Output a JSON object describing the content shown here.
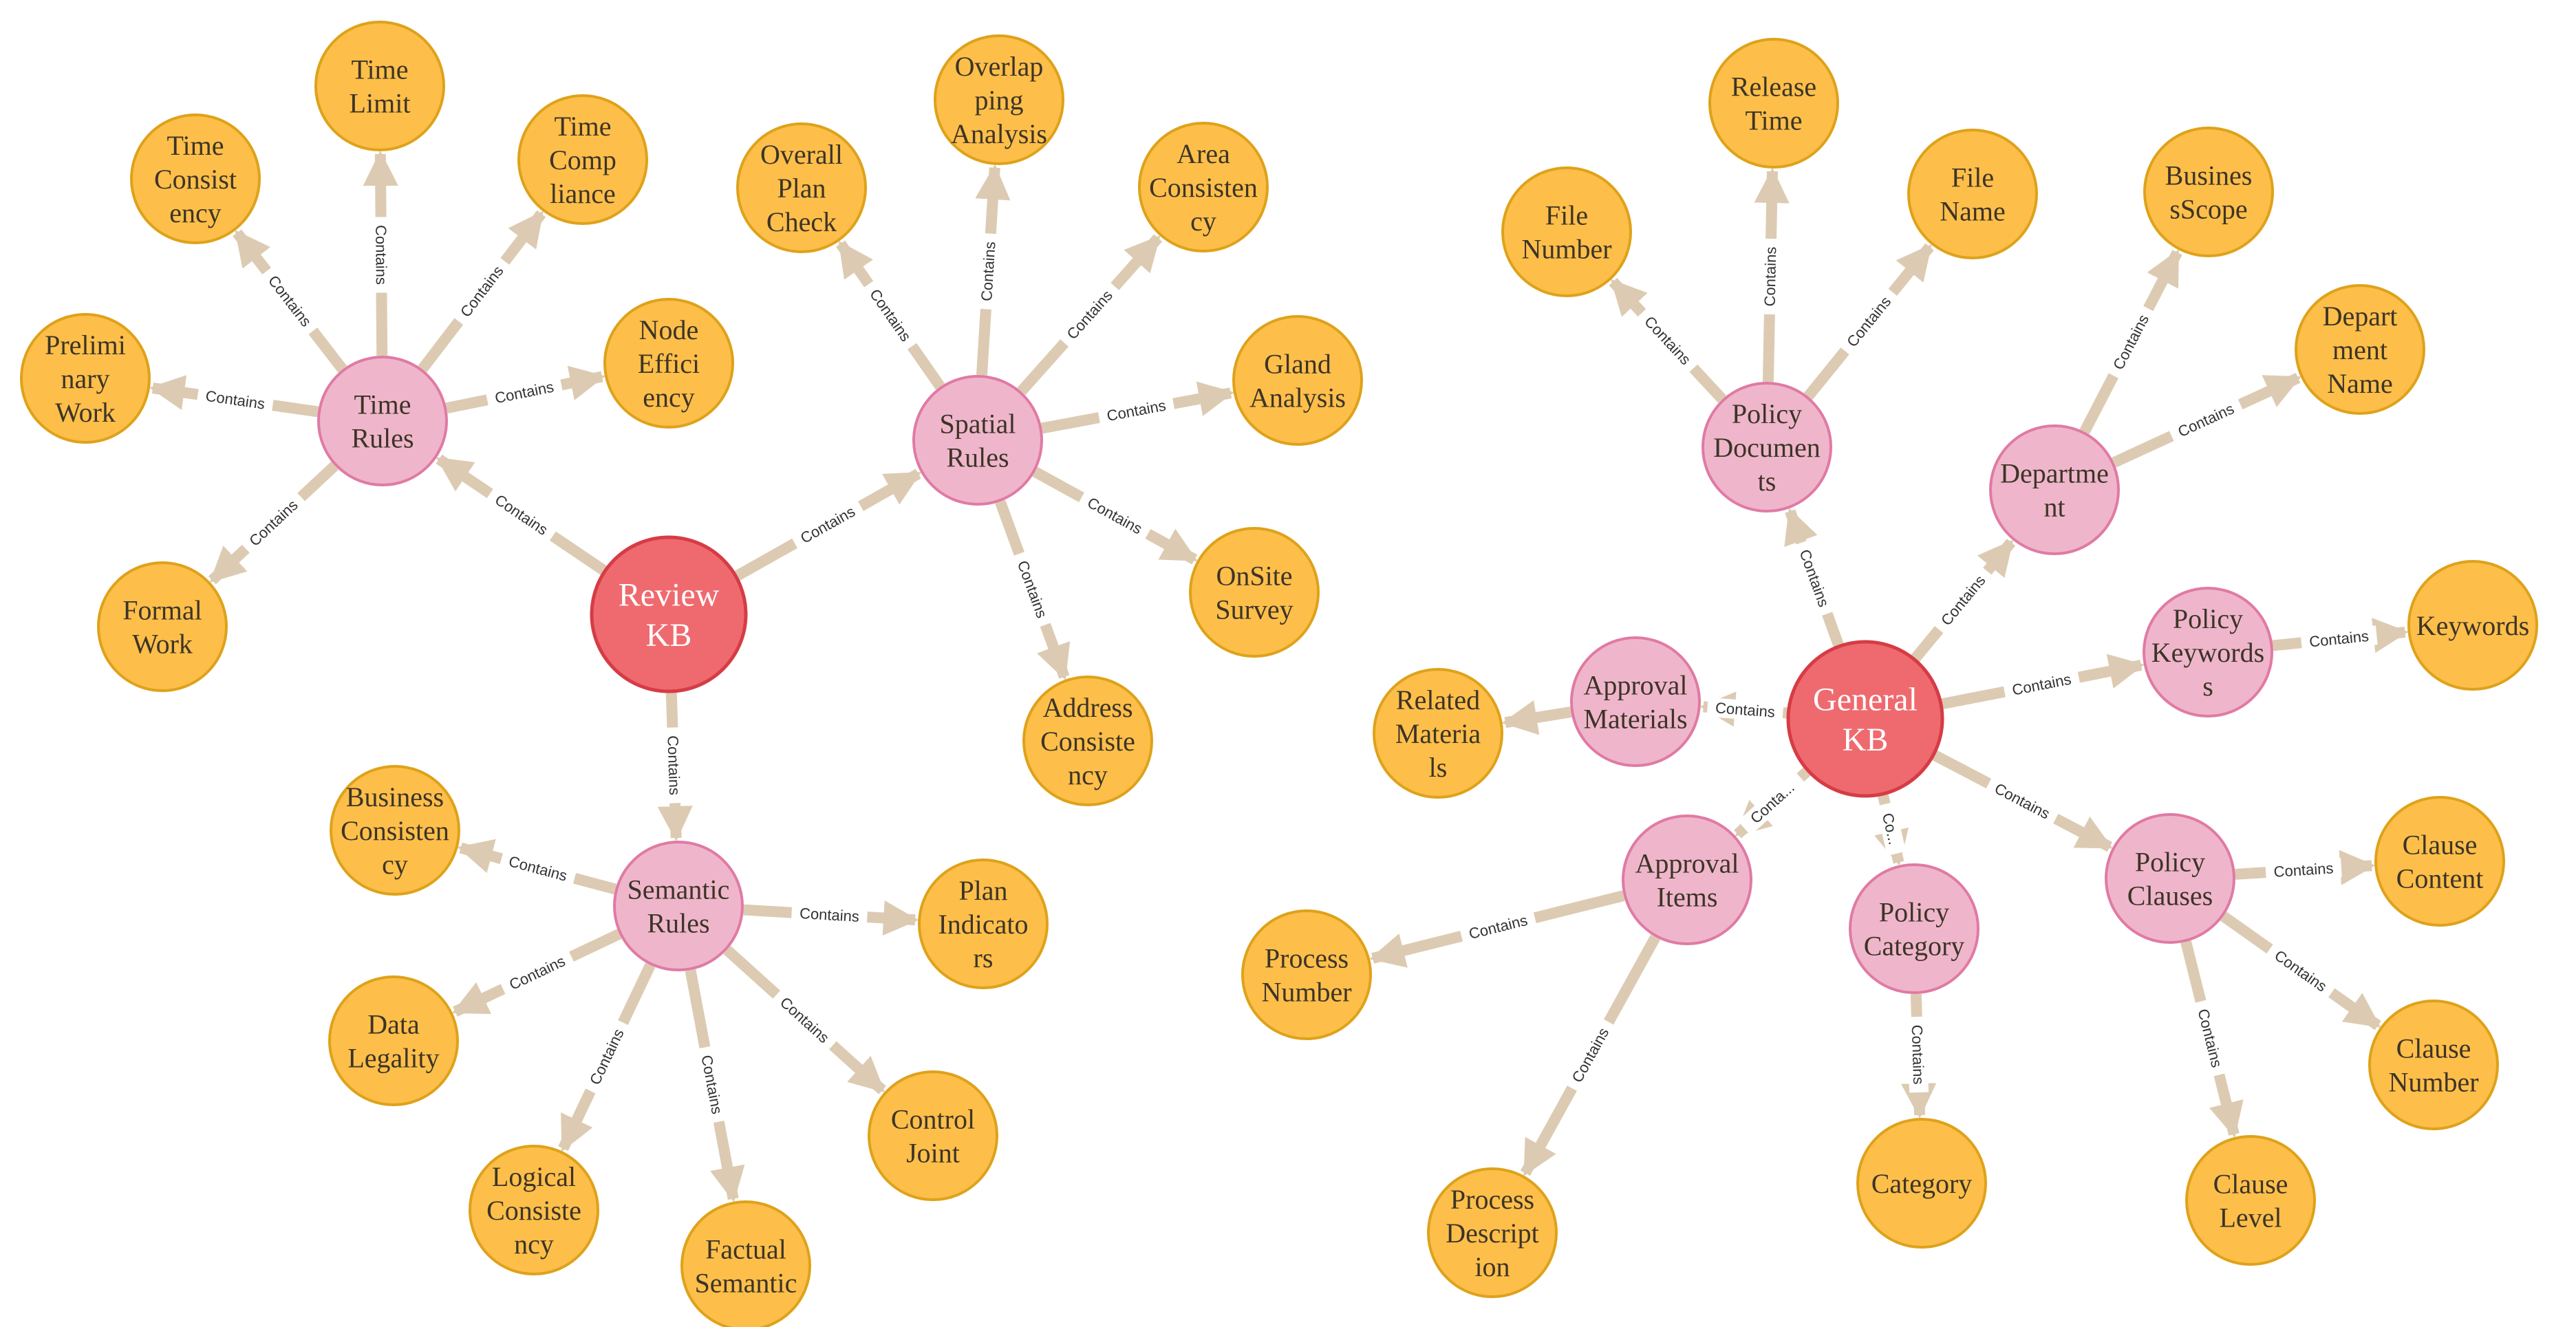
{
  "colors": {
    "hub_fill": "#ef6a6f",
    "hub_stroke": "#d63c45",
    "category_fill": "#efb6cb",
    "category_stroke": "#e07aa4",
    "leaf_fill": "#fdbf4a",
    "leaf_stroke": "#deA21a",
    "edge": "#dccbb2",
    "edge_label_bg": "#ffffff"
  },
  "nodes": [
    {
      "id": "review-kb",
      "type": "hub",
      "label": [
        "Review",
        "KB"
      ]
    },
    {
      "id": "time-rules",
      "type": "category",
      "label": [
        "Time",
        "Rules"
      ]
    },
    {
      "id": "spatial-rules",
      "type": "category",
      "label": [
        "Spatial",
        "Rules"
      ]
    },
    {
      "id": "semantic-rules",
      "type": "category",
      "label": [
        "Semantic",
        "Rules"
      ]
    },
    {
      "id": "time-limit",
      "type": "leaf",
      "label": [
        "Time",
        "Limit"
      ]
    },
    {
      "id": "time-consistency",
      "type": "leaf",
      "label": [
        "Time",
        "Consist",
        "ency"
      ]
    },
    {
      "id": "time-compliance",
      "type": "leaf",
      "label": [
        "Time",
        "Comp",
        "liance"
      ]
    },
    {
      "id": "preliminary-work",
      "type": "leaf",
      "label": [
        "Prelimi",
        "nary",
        "Work"
      ]
    },
    {
      "id": "node-efficiency",
      "type": "leaf",
      "label": [
        "Node",
        "Effici",
        "ency"
      ]
    },
    {
      "id": "formal-work",
      "type": "leaf",
      "label": [
        "Formal",
        "Work"
      ]
    },
    {
      "id": "overall-plan-check",
      "type": "leaf",
      "label": [
        "Overall",
        "Plan",
        "Check"
      ]
    },
    {
      "id": "overlapping-analysis",
      "type": "leaf",
      "label": [
        "Overlap",
        "ping",
        "Analysis"
      ]
    },
    {
      "id": "area-consistency",
      "type": "leaf",
      "label": [
        "Area",
        "Consisten",
        "cy"
      ]
    },
    {
      "id": "gland-analysis",
      "type": "leaf",
      "label": [
        "Gland",
        "Analysis"
      ]
    },
    {
      "id": "onsite-survey",
      "type": "leaf",
      "label": [
        "OnSite",
        "Survey"
      ]
    },
    {
      "id": "address-consistency",
      "type": "leaf",
      "label": [
        "Address",
        "Consiste",
        "ncy"
      ]
    },
    {
      "id": "business-consistency",
      "type": "leaf",
      "label": [
        "Business",
        "Consisten",
        "cy"
      ]
    },
    {
      "id": "plan-indicators",
      "type": "leaf",
      "label": [
        "Plan",
        "Indicato",
        "rs"
      ]
    },
    {
      "id": "data-legality",
      "type": "leaf",
      "label": [
        "Data",
        "Legality"
      ]
    },
    {
      "id": "logical-consistency",
      "type": "leaf",
      "label": [
        "Logical",
        "Consiste",
        "ncy"
      ]
    },
    {
      "id": "factual-semantic",
      "type": "leaf",
      "label": [
        "Factual",
        "Semantic"
      ]
    },
    {
      "id": "control-joint",
      "type": "leaf",
      "label": [
        "Control",
        "Joint"
      ]
    },
    {
      "id": "general-kb",
      "type": "hub",
      "label": [
        "General",
        "KB"
      ]
    },
    {
      "id": "policy-documents",
      "type": "category",
      "label": [
        "Policy",
        "Documen",
        "ts"
      ]
    },
    {
      "id": "department",
      "type": "category",
      "label": [
        "Departme",
        "nt"
      ]
    },
    {
      "id": "policy-keywords",
      "type": "category",
      "label": [
        "Policy",
        "Keywords",
        "s"
      ]
    },
    {
      "id": "approval-materials",
      "type": "category",
      "label": [
        "Approval",
        "Materials"
      ]
    },
    {
      "id": "approval-items",
      "type": "category",
      "label": [
        "Approval",
        "Items"
      ]
    },
    {
      "id": "policy-category",
      "type": "category",
      "label": [
        "Policy",
        "Category"
      ]
    },
    {
      "id": "policy-clauses",
      "type": "category",
      "label": [
        "Policy",
        "Clauses"
      ]
    },
    {
      "id": "release-time",
      "type": "leaf",
      "label": [
        "Release",
        "Time"
      ]
    },
    {
      "id": "file-number",
      "type": "leaf",
      "label": [
        "File",
        "Number"
      ]
    },
    {
      "id": "file-name",
      "type": "leaf",
      "label": [
        "File",
        "Name"
      ]
    },
    {
      "id": "business-scope",
      "type": "leaf",
      "label": [
        "Busines",
        "sScope"
      ]
    },
    {
      "id": "department-name",
      "type": "leaf",
      "label": [
        "Depart",
        "ment",
        "Name"
      ]
    },
    {
      "id": "keywords",
      "type": "leaf",
      "label": [
        "Keywords"
      ]
    },
    {
      "id": "related-materials",
      "type": "leaf",
      "label": [
        "Related",
        "Materia",
        "ls"
      ]
    },
    {
      "id": "process-number",
      "type": "leaf",
      "label": [
        "Process",
        "Number"
      ]
    },
    {
      "id": "process-description",
      "type": "leaf",
      "label": [
        "Process",
        "Descript",
        "ion"
      ]
    },
    {
      "id": "category",
      "type": "leaf",
      "label": [
        "Category"
      ]
    },
    {
      "id": "clause-content",
      "type": "leaf",
      "label": [
        "Clause",
        "Content"
      ]
    },
    {
      "id": "clause-number",
      "type": "leaf",
      "label": [
        "Clause",
        "Number"
      ]
    },
    {
      "id": "clause-level",
      "type": "leaf",
      "label": [
        "Clause",
        "Level"
      ]
    }
  ],
  "edges": [
    {
      "from": "review-kb",
      "to": "time-rules",
      "label": "Contains"
    },
    {
      "from": "review-kb",
      "to": "spatial-rules",
      "label": "Contains"
    },
    {
      "from": "review-kb",
      "to": "semantic-rules",
      "label": "Contains"
    },
    {
      "from": "time-rules",
      "to": "time-limit",
      "label": "Contains"
    },
    {
      "from": "time-rules",
      "to": "time-consistency",
      "label": "Contains"
    },
    {
      "from": "time-rules",
      "to": "time-compliance",
      "label": "Contains"
    },
    {
      "from": "time-rules",
      "to": "preliminary-work",
      "label": "Contains"
    },
    {
      "from": "time-rules",
      "to": "node-efficiency",
      "label": "Contains"
    },
    {
      "from": "time-rules",
      "to": "formal-work",
      "label": "Contains"
    },
    {
      "from": "spatial-rules",
      "to": "overall-plan-check",
      "label": "Contains"
    },
    {
      "from": "spatial-rules",
      "to": "overlapping-analysis",
      "label": "Contains"
    },
    {
      "from": "spatial-rules",
      "to": "area-consistency",
      "label": "Contains"
    },
    {
      "from": "spatial-rules",
      "to": "gland-analysis",
      "label": "Contains"
    },
    {
      "from": "spatial-rules",
      "to": "onsite-survey",
      "label": "Contains"
    },
    {
      "from": "spatial-rules",
      "to": "address-consistency",
      "label": "Contains"
    },
    {
      "from": "semantic-rules",
      "to": "business-consistency",
      "label": "Contains"
    },
    {
      "from": "semantic-rules",
      "to": "plan-indicators",
      "label": "Contains"
    },
    {
      "from": "semantic-rules",
      "to": "data-legality",
      "label": "Contains"
    },
    {
      "from": "semantic-rules",
      "to": "logical-consistency",
      "label": "Contains"
    },
    {
      "from": "semantic-rules",
      "to": "factual-semantic",
      "label": "Contains"
    },
    {
      "from": "semantic-rules",
      "to": "control-joint",
      "label": "Contains"
    },
    {
      "from": "general-kb",
      "to": "policy-documents",
      "label": "Contains"
    },
    {
      "from": "general-kb",
      "to": "department",
      "label": "Contains"
    },
    {
      "from": "general-kb",
      "to": "policy-keywords",
      "label": "Contains"
    },
    {
      "from": "general-kb",
      "to": "approval-materials",
      "label": "Contains"
    },
    {
      "from": "general-kb",
      "to": "approval-items",
      "label": "Conta..."
    },
    {
      "from": "general-kb",
      "to": "policy-category",
      "label": "Co..."
    },
    {
      "from": "general-kb",
      "to": "policy-clauses",
      "label": "Contains"
    },
    {
      "from": "policy-documents",
      "to": "release-time",
      "label": "Contains"
    },
    {
      "from": "policy-documents",
      "to": "file-number",
      "label": "Contains"
    },
    {
      "from": "policy-documents",
      "to": "file-name",
      "label": "Contains"
    },
    {
      "from": "department",
      "to": "business-scope",
      "label": "Contains"
    },
    {
      "from": "department",
      "to": "department-name",
      "label": "Contains"
    },
    {
      "from": "policy-keywords",
      "to": "keywords",
      "label": "Contains"
    },
    {
      "from": "approval-materials",
      "to": "related-materials",
      "label": ""
    },
    {
      "from": "approval-items",
      "to": "process-number",
      "label": "Contains"
    },
    {
      "from": "approval-items",
      "to": "process-description",
      "label": "Contains"
    },
    {
      "from": "policy-category",
      "to": "category",
      "label": "Contains"
    },
    {
      "from": "policy-clauses",
      "to": "clause-content",
      "label": "Contains"
    },
    {
      "from": "policy-clauses",
      "to": "clause-number",
      "label": "Contains"
    },
    {
      "from": "policy-clauses",
      "to": "clause-level",
      "label": "Contains"
    }
  ]
}
